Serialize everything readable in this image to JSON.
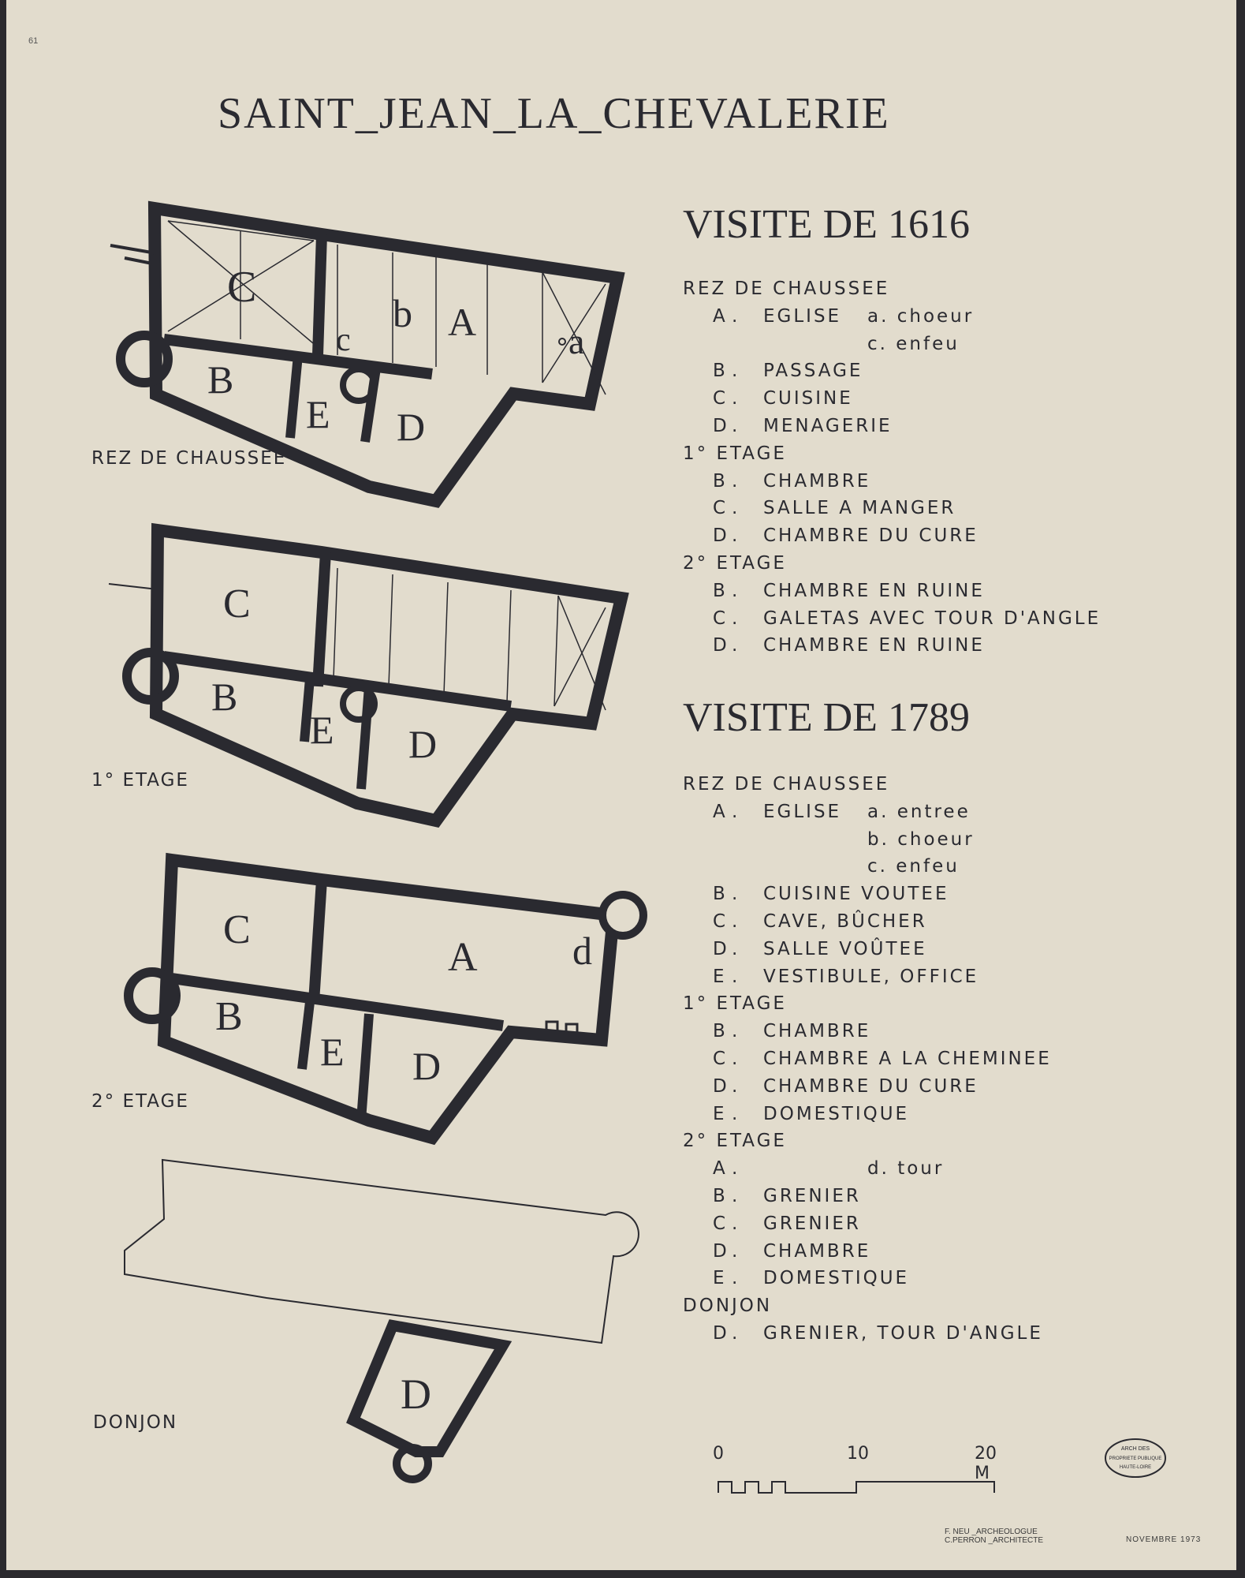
{
  "page_number": "61",
  "title": "SAINT_JEAN_LA_CHEVALERIE",
  "visit_1616": {
    "heading": "VISITE DE 1616",
    "entries": [
      {
        "kind": "section",
        "text": "REZ DE CHAUSSEE"
      },
      {
        "kind": "item",
        "letter": "A",
        "text": "EGLISE",
        "sub": "a. choeur"
      },
      {
        "kind": "subonly",
        "sub": "c. enfeu"
      },
      {
        "kind": "item",
        "letter": "B",
        "text": "PASSAGE"
      },
      {
        "kind": "item",
        "letter": "C",
        "text": "CUISINE"
      },
      {
        "kind": "item",
        "letter": "D",
        "text": "MENAGERIE"
      },
      {
        "kind": "section",
        "text": "1° ETAGE"
      },
      {
        "kind": "item",
        "letter": "B",
        "text": "CHAMBRE"
      },
      {
        "kind": "item",
        "letter": "C",
        "text": "SALLE A MANGER"
      },
      {
        "kind": "item",
        "letter": "D",
        "text": "CHAMBRE DU CURE"
      },
      {
        "kind": "section",
        "text": "2° ETAGE"
      },
      {
        "kind": "item",
        "letter": "B",
        "text": "CHAMBRE EN RUINE"
      },
      {
        "kind": "item",
        "letter": "C",
        "text": "GALETAS AVEC TOUR D'ANGLE"
      },
      {
        "kind": "item",
        "letter": "D",
        "text": "CHAMBRE EN RUINE"
      }
    ]
  },
  "visit_1789": {
    "heading": "VISITE DE 1789",
    "entries": [
      {
        "kind": "section",
        "text": "REZ DE CHAUSSEE"
      },
      {
        "kind": "item",
        "letter": "A",
        "text": "EGLISE",
        "sub": "a. entree"
      },
      {
        "kind": "subonly",
        "sub": "b. choeur"
      },
      {
        "kind": "subonly",
        "sub": "c. enfeu"
      },
      {
        "kind": "item",
        "letter": "B",
        "text": "CUISINE VOUTEE"
      },
      {
        "kind": "item",
        "letter": "C",
        "text": "CAVE, BÛCHER"
      },
      {
        "kind": "item",
        "letter": "D",
        "text": "SALLE VOÛTEE"
      },
      {
        "kind": "item",
        "letter": "E",
        "text": "VESTIBULE, OFFICE"
      },
      {
        "kind": "section",
        "text": "1° ETAGE"
      },
      {
        "kind": "item",
        "letter": "B",
        "text": "CHAMBRE"
      },
      {
        "kind": "item",
        "letter": "C",
        "text": "CHAMBRE A LA CHEMINEE"
      },
      {
        "kind": "item",
        "letter": "D",
        "text": "CHAMBRE DU CURE"
      },
      {
        "kind": "item",
        "letter": "E",
        "text": "DOMESTIQUE"
      },
      {
        "kind": "section",
        "text": "2° ETAGE"
      },
      {
        "kind": "item",
        "letter": "A",
        "text": "",
        "sub": "d. tour"
      },
      {
        "kind": "item",
        "letter": "B",
        "text": "GRENIER"
      },
      {
        "kind": "item",
        "letter": "C",
        "text": "GRENIER"
      },
      {
        "kind": "item",
        "letter": "D",
        "text": "CHAMBRE"
      },
      {
        "kind": "item",
        "letter": "E",
        "text": "DOMESTIQUE"
      },
      {
        "kind": "section",
        "text": "DONJON"
      },
      {
        "kind": "item",
        "letter": "D",
        "text": "GRENIER, TOUR D'ANGLE"
      }
    ]
  },
  "floor_labels": {
    "rez": "REZ DE CHAUSSEE",
    "etage1": "1° ETAGE",
    "etage2": "2° ETAGE",
    "donjon": "DONJON"
  },
  "room_letters": {
    "rez": [
      "C",
      "b",
      "A",
      "a",
      "c",
      "B",
      "E",
      "D"
    ],
    "etage1": [
      "C",
      "B",
      "E",
      "D"
    ],
    "etage2": [
      "C",
      "A",
      "d",
      "B",
      "E",
      "D"
    ],
    "donjon": [
      "D"
    ]
  },
  "scale": {
    "zero": "0",
    "ten": "10",
    "twenty": "20 M"
  },
  "credits": {
    "line1": "F. NEU   _ARCHEOLOGUE",
    "line2": "C.PERRON _ARCHITECTE"
  },
  "date": "NOVEMBRE 1973",
  "stamp": {
    "line1": "ARCH DES",
    "line2": "PROPRIETE PUBLIQUE",
    "line3": "HAUTE-LOIRE"
  },
  "colors": {
    "paper": "#e2dccd",
    "ink": "#2a2a30",
    "background": "#2b2a2e"
  }
}
